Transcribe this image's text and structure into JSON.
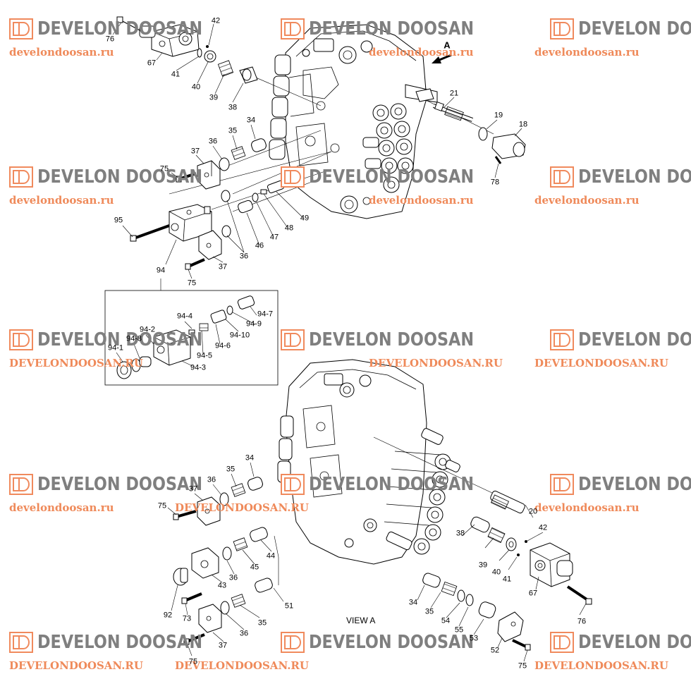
{
  "watermark": {
    "brand": "DEVELON DOOSAN",
    "urls": [
      "develondoosan.ru",
      "develondoosan.ru",
      "develondoosan.ru",
      "develondoosan.ru",
      "develondoosan.ru",
      "develondoosan.ru",
      "DEVELONDOOSAN.RU",
      "DEVELONDOOSAN.RU",
      "DEVELONDOOSAN.RU",
      "develondoosan.ru",
      "DEVELONDOOSAN.RU",
      "develondoosan.ru",
      "DEVELONDOOSAN.RU",
      "DEVELONDOOSAN.RU",
      "DEVELONDOOSAN.RU"
    ],
    "logo_color": "#7f7f7f",
    "url_color": "#ef8a5a"
  },
  "top_view": {
    "arrow_label": "A",
    "callouts": [
      "76",
      "42",
      "67",
      "41",
      "40",
      "39",
      "38",
      "21",
      "19",
      "18",
      "78",
      "34",
      "35",
      "36",
      "37",
      "75",
      "95",
      "36",
      "46",
      "47",
      "48",
      "49",
      "36",
      "37",
      "75",
      "94"
    ]
  },
  "detail_94": {
    "callouts": [
      "94-4",
      "94-7",
      "94-9",
      "94-10",
      "94-2",
      "94-8",
      "94-1",
      "94-6",
      "94-5",
      "94-3"
    ]
  },
  "bottom_view": {
    "title": "VIEW  A",
    "callouts": [
      "34",
      "35",
      "36",
      "37",
      "75",
      "20",
      "42",
      "38",
      "39",
      "40",
      "41",
      "67",
      "76",
      "44",
      "45",
      "36",
      "43",
      "92",
      "73",
      "51",
      "34",
      "35",
      "54",
      "55",
      "53",
      "52",
      "75",
      "36",
      "35",
      "37",
      "75"
    ]
  }
}
